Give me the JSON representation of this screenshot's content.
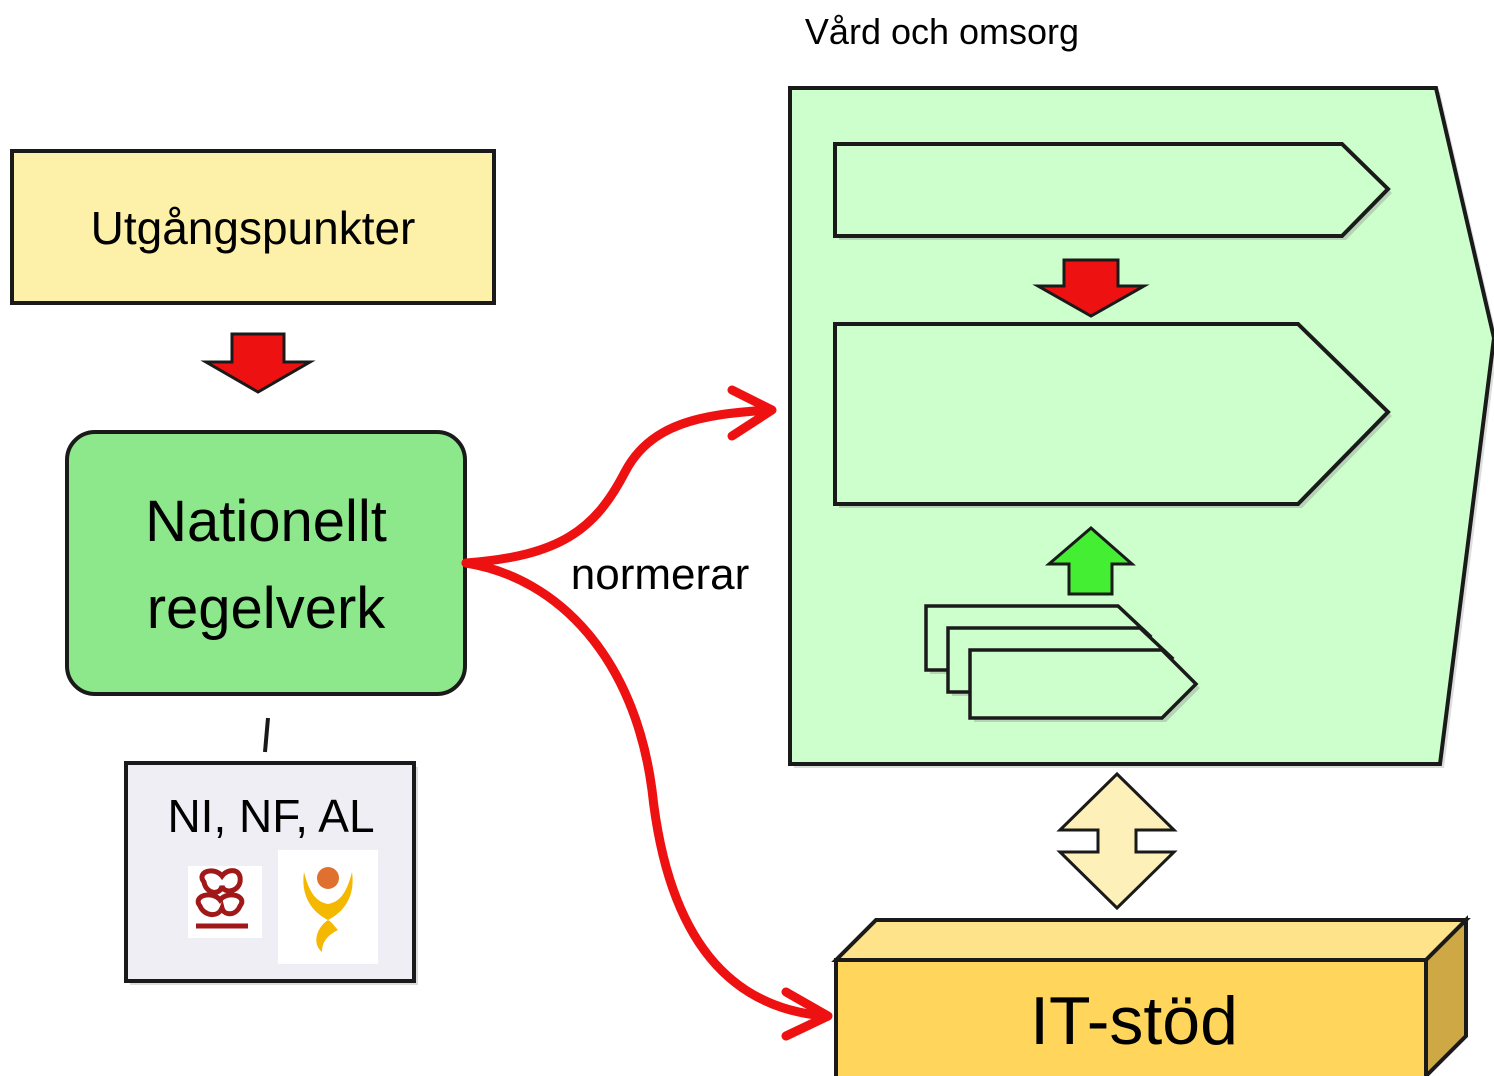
{
  "labels": {
    "process_area_title": "Vård och omsorg",
    "starting_points": "Utgångspunkter",
    "national_rules_line1": "Nationellt",
    "national_rules_line2": "regelverk",
    "norms_relation": "normerar",
    "sources": "NI, NF, AL",
    "it_support": "IT-stöd"
  },
  "icons": [
    "socialstyrelsen-logo-icon",
    "organization-logo-icon"
  ],
  "colors": {
    "starting_points_fill": "#FDF0A8",
    "national_rules_fill": "#8DE88B",
    "process_area_fill": "#CCFFCC",
    "sources_fill": "#F0EEF5",
    "it_support_front": "#FFD55C",
    "it_support_top": "#FFE38A",
    "it_support_side": "#CDA845",
    "down_arrow_red": "#EE1111",
    "up_arrow_green": "#44EE33",
    "bidirectional_arrow": "#FDF0B8",
    "curve_red": "#EE1111"
  }
}
